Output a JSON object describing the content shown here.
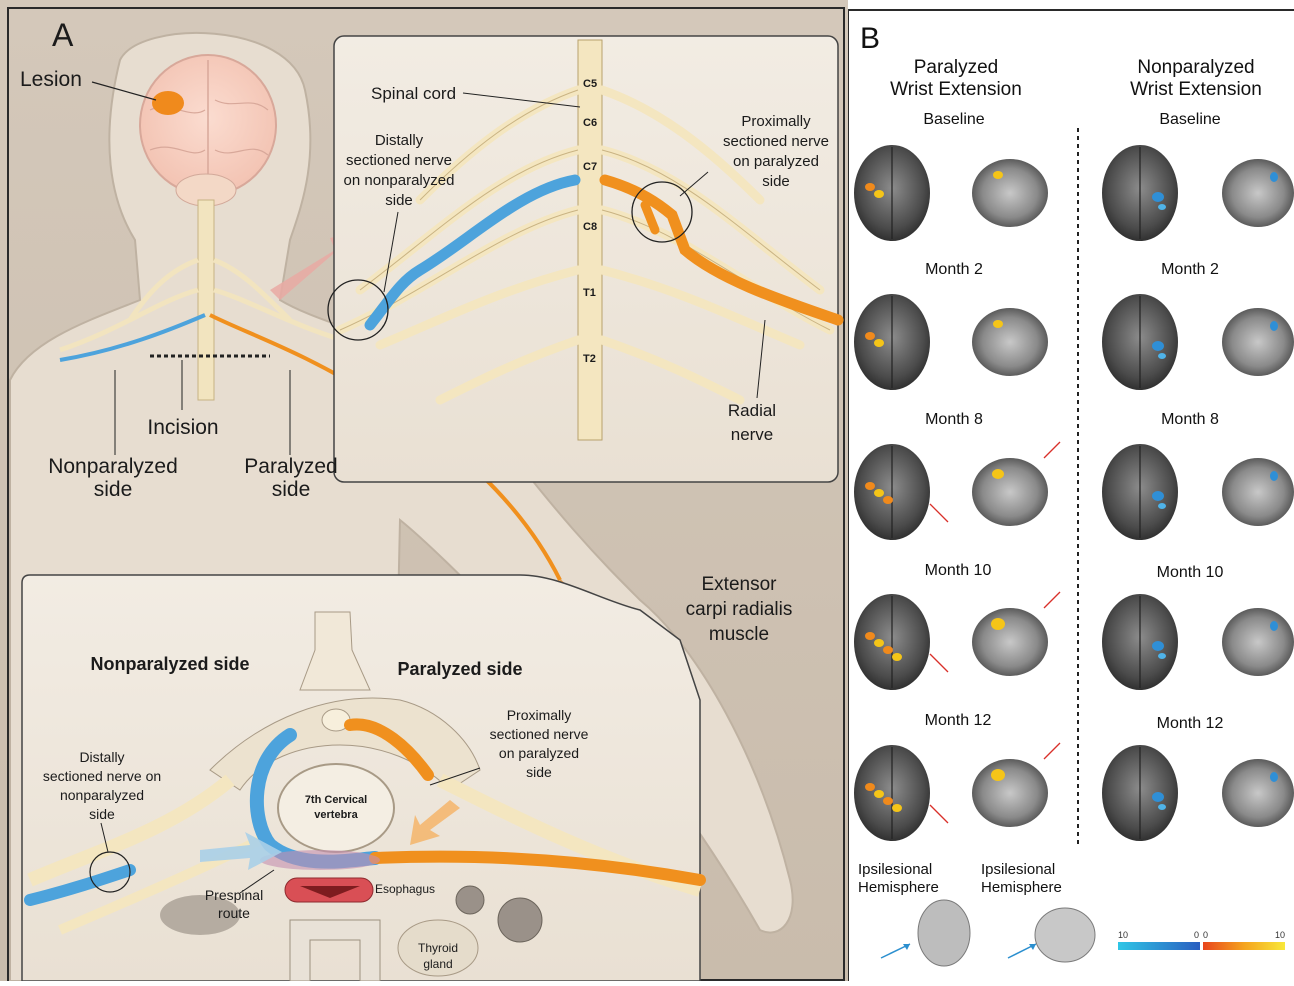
{
  "panel_a": {
    "letter": "A",
    "lesion": "Lesion",
    "spinal_cord": "Spinal cord",
    "levels": [
      "C5",
      "C6",
      "C7",
      "C8",
      "T1",
      "T2"
    ],
    "distal_nonparalyzed": [
      "Distally",
      "sectioned nerve",
      "on nonparalyzed",
      "side"
    ],
    "proximal_paralyzed": [
      "Proximally",
      "sectioned nerve",
      "on paralyzed",
      "side"
    ],
    "radial_nerve": [
      "Radial",
      "nerve"
    ],
    "incision": "Incision",
    "nonparalyzed_side": [
      "Nonparalyzed",
      "side"
    ],
    "paralyzed_side": [
      "Paralyzed",
      "side"
    ],
    "extensor": [
      "Extensor",
      "carpi radialis",
      "muscle"
    ],
    "section": {
      "nonparalyzed_title": "Nonparalyzed side",
      "paralyzed_title": "Paralyzed side",
      "distal_label": [
        "Distally",
        "sectioned nerve on",
        "nonparalyzed",
        "side"
      ],
      "proximal_label": [
        "Proximally",
        "sectioned nerve",
        "on paralyzed",
        "side"
      ],
      "vertebra": [
        "7th Cervical",
        "vertebra"
      ],
      "prespinal": [
        "Prespinal",
        "route"
      ],
      "esophagus": "Esophagus",
      "thyroid": [
        "Thyroid",
        "gland"
      ]
    }
  },
  "panel_b": {
    "letter": "B",
    "col_left": [
      "Paralyzed",
      "Wrist Extension"
    ],
    "col_right": [
      "Nonparalyzed",
      "Wrist Extension"
    ],
    "timepoints": [
      "Baseline",
      "Month 2",
      "Month 8",
      "Month 10",
      "Month 12"
    ],
    "ipsi_left": [
      "Ipsilesional",
      "Hemisphere"
    ],
    "ipsi_right": [
      "Ipsilesional",
      "Hemisphere"
    ],
    "colorbar": {
      "blue_left": "10",
      "blue_right": "0",
      "orange_left": "0",
      "orange_right": "10"
    }
  },
  "colors": {
    "nerve": "#f4e6c0",
    "blue_nerve": "#4da3dc",
    "orange_nerve": "#f0901e",
    "background": "#cdbfae",
    "lesion": "#f08a1c",
    "muscle": "#c0392b"
  }
}
